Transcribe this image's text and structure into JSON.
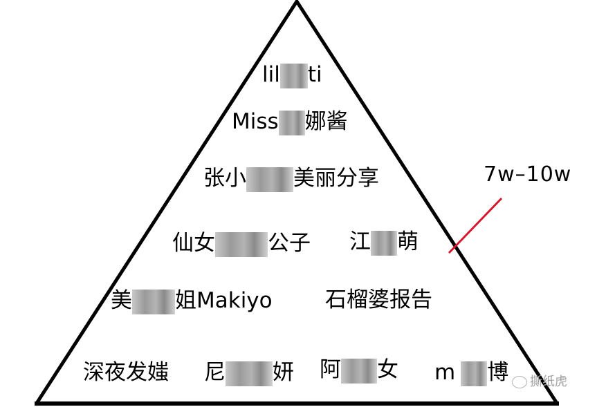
{
  "diagram": {
    "type": "pyramid",
    "colors": {
      "outline": "#000000",
      "marker": "#d7152b",
      "background": "#ffffff",
      "blur": "#9a9a9a"
    },
    "range_label": "7w–10w",
    "watermark": "撕纸虎",
    "rows": [
      {
        "items": [
          {
            "prefix": "lil",
            "suffix": "ti"
          }
        ]
      },
      {
        "items": [
          {
            "prefix": "Miss",
            "suffix": "娜酱"
          }
        ]
      },
      {
        "items": [
          {
            "prefix": "张小",
            "suffix": "美丽分享"
          }
        ]
      },
      {
        "items": [
          {
            "prefix": "仙女",
            "suffix": "公子"
          },
          {
            "prefix": "江",
            "suffix": "萌"
          }
        ]
      },
      {
        "items": [
          {
            "prefix": "美",
            "suffix": "姐Makiyo"
          },
          {
            "prefix": "石榴婆报告",
            "suffix": ""
          }
        ]
      },
      {
        "items": [
          {
            "prefix": "深夜发媸",
            "suffix": ""
          },
          {
            "prefix": "尼",
            "suffix": "妍"
          },
          {
            "prefix": "阿",
            "suffix": "女"
          },
          {
            "prefix": "m",
            "suffix": "博"
          }
        ]
      }
    ]
  }
}
